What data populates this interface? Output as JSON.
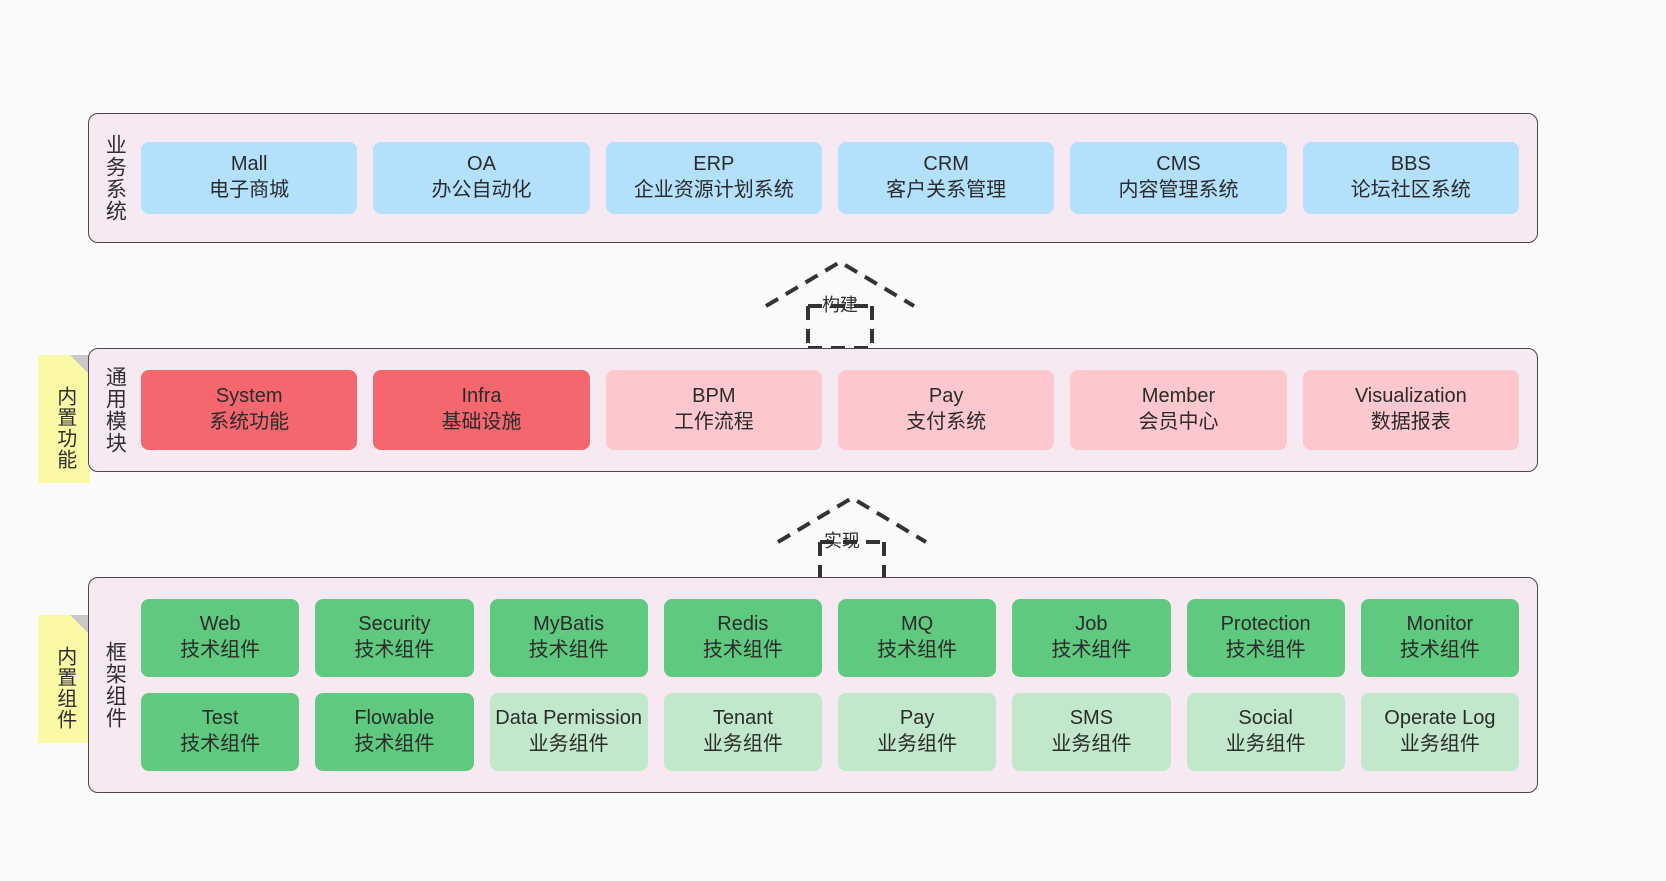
{
  "diagram": {
    "background_color": "#fafafa",
    "container_color": "#f7e9f2",
    "note_color": "#fbf8a6",
    "colors": {
      "business": "#b3e0fb",
      "module_core": "#f4676e",
      "module_optional": "#fcc8ce",
      "component_tech": "#5fc97f",
      "component_business": "#c2e8cb"
    }
  },
  "layers": {
    "business": {
      "title": "业务系统",
      "cards": [
        {
          "en": "Mall",
          "cn": "电子商城"
        },
        {
          "en": "OA",
          "cn": "办公自动化"
        },
        {
          "en": "ERP",
          "cn": "企业资源计划系统"
        },
        {
          "en": "CRM",
          "cn": "客户关系管理"
        },
        {
          "en": "CMS",
          "cn": "内容管理系统"
        },
        {
          "en": "BBS",
          "cn": "论坛社区系统"
        }
      ]
    },
    "common": {
      "title": "通用模块",
      "note": "内置功能",
      "cards": [
        {
          "en": "System",
          "cn": "系统功能"
        },
        {
          "en": "Infra",
          "cn": "基础设施"
        },
        {
          "en": "BPM",
          "cn": "工作流程"
        },
        {
          "en": "Pay",
          "cn": "支付系统"
        },
        {
          "en": "Member",
          "cn": "会员中心"
        },
        {
          "en": "Visualization",
          "cn": "数据报表"
        }
      ]
    },
    "framework": {
      "title": "框架组件",
      "note": "内置组件",
      "row_tech": [
        {
          "en": "Web",
          "cn": "技术组件"
        },
        {
          "en": "Security",
          "cn": "技术组件"
        },
        {
          "en": "MyBatis",
          "cn": "技术组件"
        },
        {
          "en": "Redis",
          "cn": "技术组件"
        },
        {
          "en": "MQ",
          "cn": "技术组件"
        },
        {
          "en": "Job",
          "cn": "技术组件"
        },
        {
          "en": "Protection",
          "cn": "技术组件"
        },
        {
          "en": "Monitor",
          "cn": "技术组件"
        }
      ],
      "row_business": [
        {
          "en": "Test",
          "cn": "技术组件"
        },
        {
          "en": "Flowable",
          "cn": "技术组件"
        },
        {
          "en": "Data Permission",
          "cn": "业务组件"
        },
        {
          "en": "Tenant",
          "cn": "业务组件"
        },
        {
          "en": "Pay",
          "cn": "业务组件"
        },
        {
          "en": "SMS",
          "cn": "业务组件"
        },
        {
          "en": "Social",
          "cn": "业务组件"
        },
        {
          "en": "Operate Log",
          "cn": "业务组件"
        }
      ]
    }
  },
  "connectors": [
    {
      "label": "构建",
      "name": "connector-build"
    },
    {
      "label": "实现",
      "name": "connector-implement"
    }
  ]
}
